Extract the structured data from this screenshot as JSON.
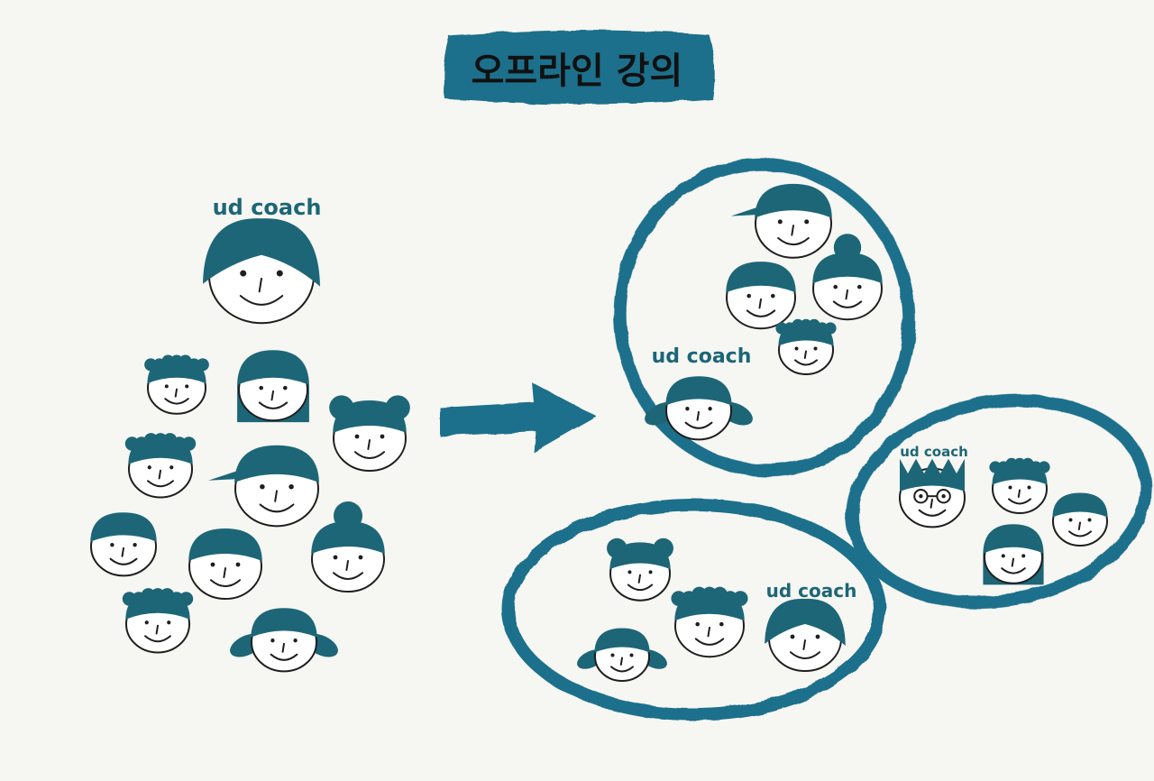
{
  "title": "오프라인 강의",
  "coach_label": "ud coach",
  "colors": {
    "accent": "#1f6f8b",
    "hair": "#1d6677",
    "ink": "#1e1e1e",
    "skin": "#ffffff",
    "background": "#f6f6f2"
  },
  "groups": {
    "whole_class": {
      "coach_label": "ud coach"
    },
    "group_top": {
      "coach_label": "ud coach"
    },
    "group_right": {
      "coach_label": "ud coach"
    },
    "group_bottom": {
      "coach_label": "ud coach"
    }
  },
  "icons": {
    "transition": "arrow-right-icon"
  }
}
